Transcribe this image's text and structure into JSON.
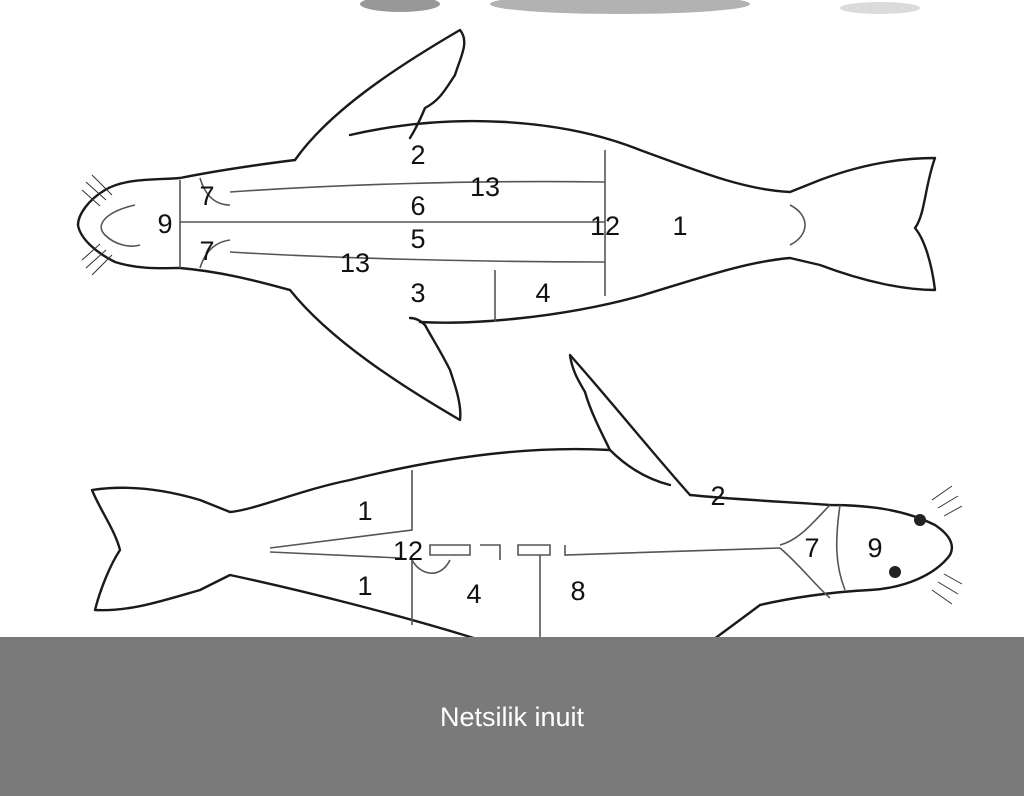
{
  "caption": "Netsilik inuit",
  "top_seal": {
    "labels": {
      "l2": "2",
      "l13a": "13",
      "l7a": "7",
      "l6": "6",
      "l9": "9",
      "l12": "12",
      "l1": "1",
      "l7b": "7",
      "l5": "5",
      "l13b": "13",
      "l3": "3",
      "l4": "4"
    }
  },
  "bottom_seal": {
    "labels": {
      "l2": "2",
      "l1a": "1",
      "l12": "12",
      "l7": "7",
      "l9": "9",
      "l1b": "1",
      "l4": "4",
      "l8": "8"
    }
  },
  "colors": {
    "caption_bar": "#7a7a7a",
    "caption_text": "#ffffff"
  }
}
